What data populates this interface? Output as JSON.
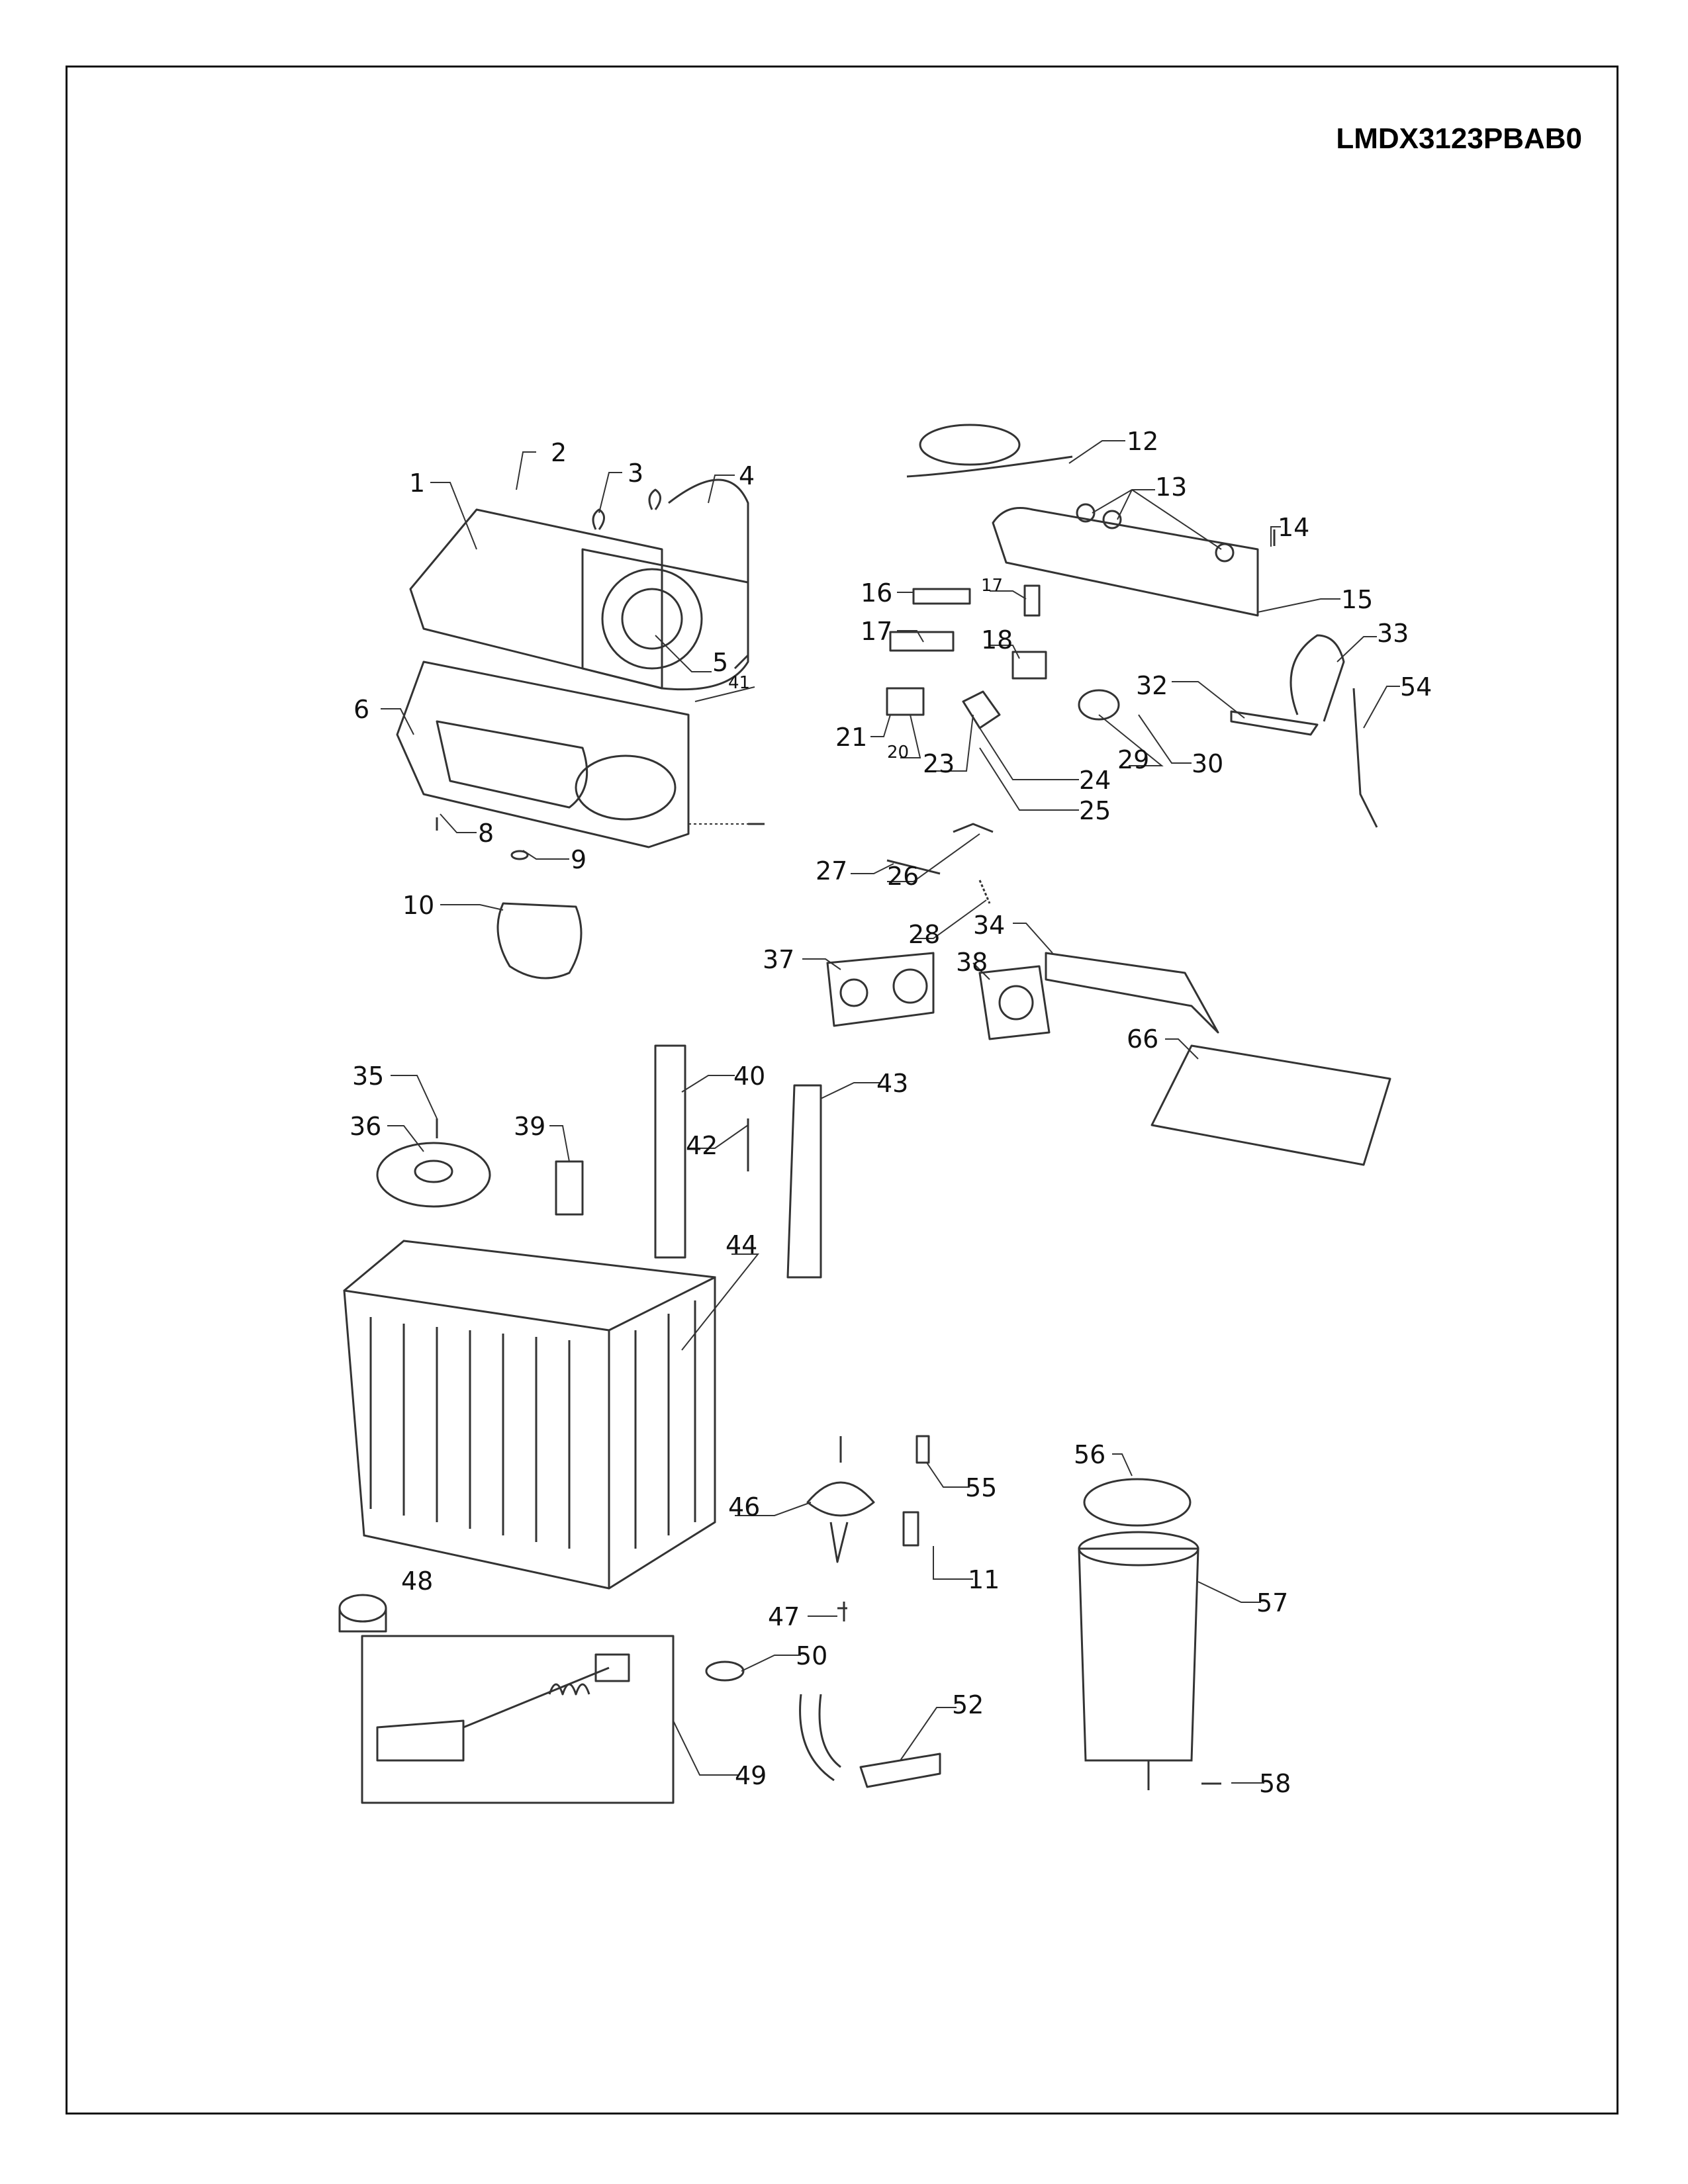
{
  "model_number": "LMDX3123PBAB0",
  "labels": {
    "p1": "1",
    "p2": "2",
    "p3": "3",
    "p4": "4",
    "p5": "5",
    "p6": "6",
    "p8": "8",
    "p9": "9",
    "p10": "10",
    "p11": "11",
    "p12": "12",
    "p13": "13",
    "p14": "14",
    "p15": "15",
    "p16": "16",
    "p17a": "17",
    "p17b": "17",
    "p18": "18",
    "p20": "20",
    "p21": "21",
    "p23": "23",
    "p24": "24",
    "p25": "25",
    "p26": "26",
    "p27": "27",
    "p28": "28",
    "p29": "29",
    "p30": "30",
    "p32": "32",
    "p33": "33",
    "p34": "34",
    "p35": "35",
    "p36": "36",
    "p37": "37",
    "p38": "38",
    "p39": "39",
    "p40": "40",
    "p41": "41",
    "p42": "42",
    "p43": "43",
    "p44": "44",
    "p46": "46",
    "p47": "47",
    "p48": "48",
    "p49": "49",
    "p50": "50",
    "p52": "52",
    "p54": "54",
    "p55": "55",
    "p56": "56",
    "p57": "57",
    "p58": "58",
    "p66": "66"
  }
}
